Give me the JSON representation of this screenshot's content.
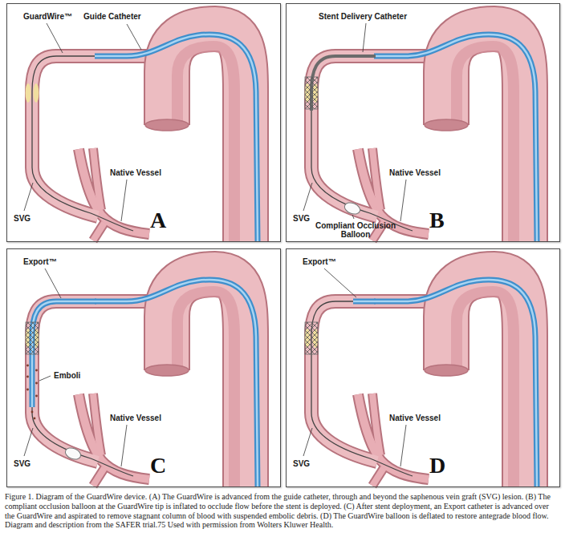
{
  "diagram": {
    "caption": "Figure 1. Diagram of the GuardWire device. (A) The GuardWire is advanced from the guide catheter, through and beyond the saphenous vein graft (SVG) lesion. (B) The compliant occlusion balloon at the GuardWire tip is inflated to occlude flow before the stent is deployed. (C) After stent deployment, an Export catheter is advanced over the GuardWire and aspirated to remove stagnant column of blood with suspended embolic debris. (D) The GuardWire balloon is deflated to restore antegrade blood flow. Diagram and description from the SAFER trial.75 Used with permission from Wolters Kluwer Health.",
    "nodes": [
      {
        "text": [
          "A"
        ]
      },
      {
        "text": [
          "B"
        ]
      },
      {
        "text": [
          "C"
        ]
      },
      {
        "text": [
          "D"
        ]
      }
    ],
    "labels": [
      "GuardWire™",
      "Guide Catheter",
      "Native Vessel",
      "SVG",
      "Stent Delivery Catheter",
      "Native Vessel",
      "SVG",
      "Compliant Occlusion Balloon",
      "Export™",
      "Emboli",
      "Native Vessel",
      "SVG",
      "Export™",
      "Native Vessel",
      "SVG"
    ]
  }
}
